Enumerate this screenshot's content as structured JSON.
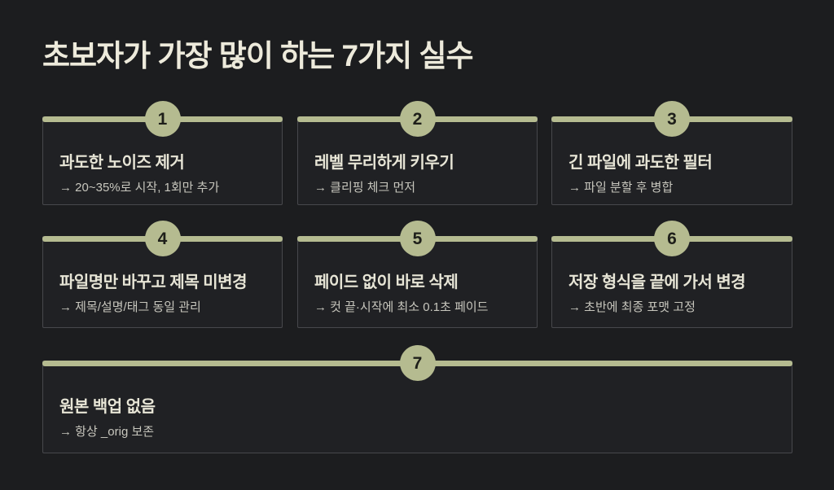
{
  "page": {
    "title": "초보자가 가장 많이 하는 7가지 실수"
  },
  "colors": {
    "background": "#1c1d1f",
    "card_background": "#202124",
    "card_border": "#47484c",
    "accent_sage": "#b5bb90",
    "title_text": "#edeadb",
    "card_title_text": "#e7e5d6",
    "tip_text": "#c7c6bd",
    "badge_number_text": "#1e1f1a"
  },
  "cards": [
    {
      "number": "1",
      "title": "과도한 노이즈 제거",
      "tip": "→ 20~35%로 시작, 1회만 추가"
    },
    {
      "number": "2",
      "title": "레벨 무리하게 키우기",
      "tip": "→ 클리핑 체크 먼저"
    },
    {
      "number": "3",
      "title": "긴 파일에 과도한 필터",
      "tip": "→ 파일 분할 후 병합"
    },
    {
      "number": "4",
      "title": "파일명만 바꾸고 제목 미변경",
      "tip": "→ 제목/설명/태그 동일 관리"
    },
    {
      "number": "5",
      "title": "페이드 없이 바로 삭제",
      "tip": "→ 컷 끝·시작에 최소 0.1초 페이드"
    },
    {
      "number": "6",
      "title": "저장 형식을 끝에 가서 변경",
      "tip": "→ 초반에 최종 포맷 고정"
    },
    {
      "number": "7",
      "title": "원본 백업 없음",
      "tip": "→ 항상 _orig 보존"
    }
  ]
}
